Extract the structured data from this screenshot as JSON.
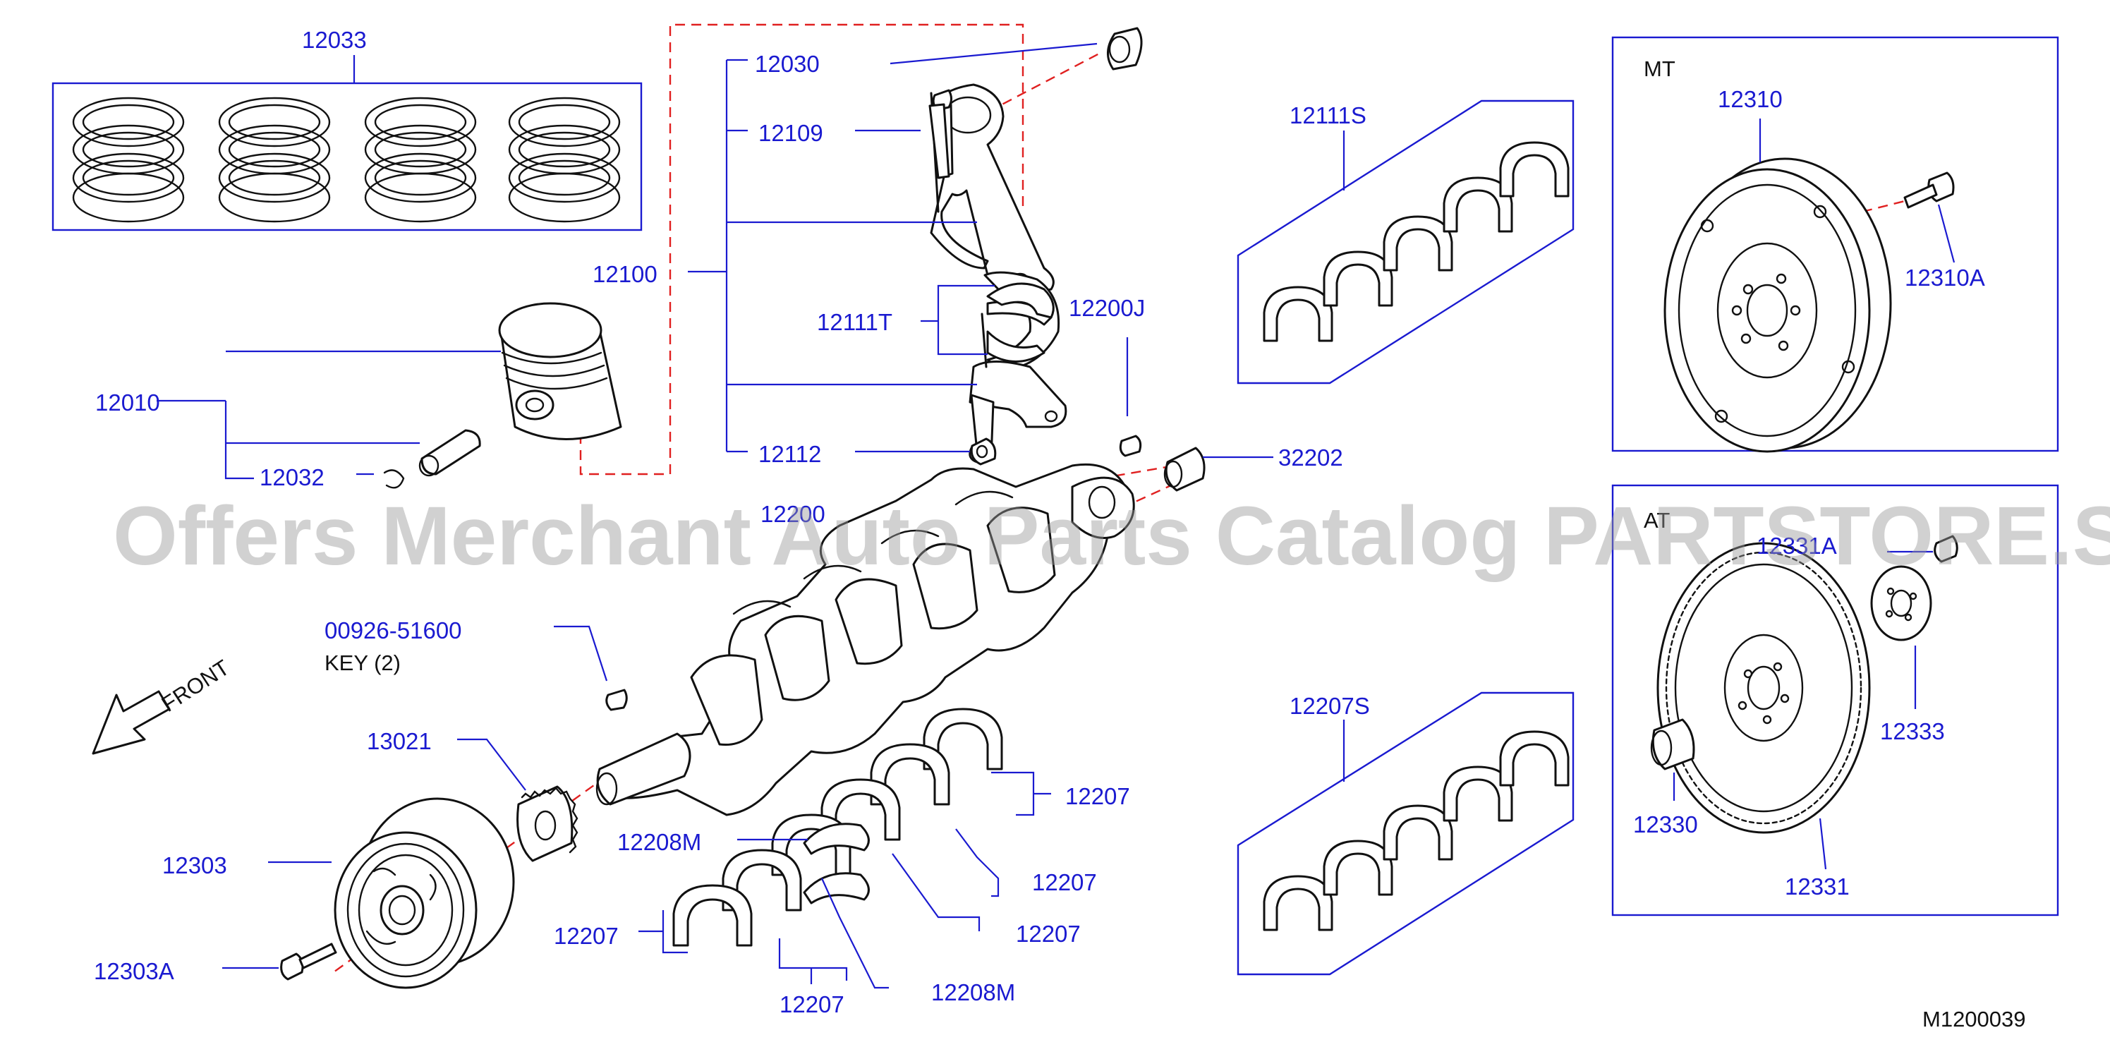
{
  "diagram_id": "M1200039",
  "watermark": "Offers Merchant Auto Parts Catalog PARTSTORE.SA",
  "front_label": "FRONT",
  "labels": {
    "p12033": "12033",
    "p12030": "12030",
    "p12109": "12109",
    "p12100": "12100",
    "p12111T": "12111T",
    "p12200J": "12200J",
    "p12010": "12010",
    "p12032": "12032",
    "p12112": "12112",
    "p32202": "32202",
    "p12200": "12200",
    "p00926": "00926-51600",
    "key": "KEY   (2)",
    "p13021": "13021",
    "p12303": "12303",
    "p12303A": "12303A",
    "p12208M_a": "12208M",
    "p12208M_b": "12208M",
    "p12207_a": "12207",
    "p12207_b": "12207",
    "p12207_c": "12207",
    "p12207_d": "12207",
    "p12207_e": "12207",
    "p12111S": "12111S",
    "p12207S": "12207S",
    "mt": "MT",
    "p12310": "12310",
    "p12310A": "12310A",
    "at": "AT",
    "p12331A": "12331A",
    "p12333": "12333",
    "p12330": "12330",
    "p12331": "12331"
  }
}
